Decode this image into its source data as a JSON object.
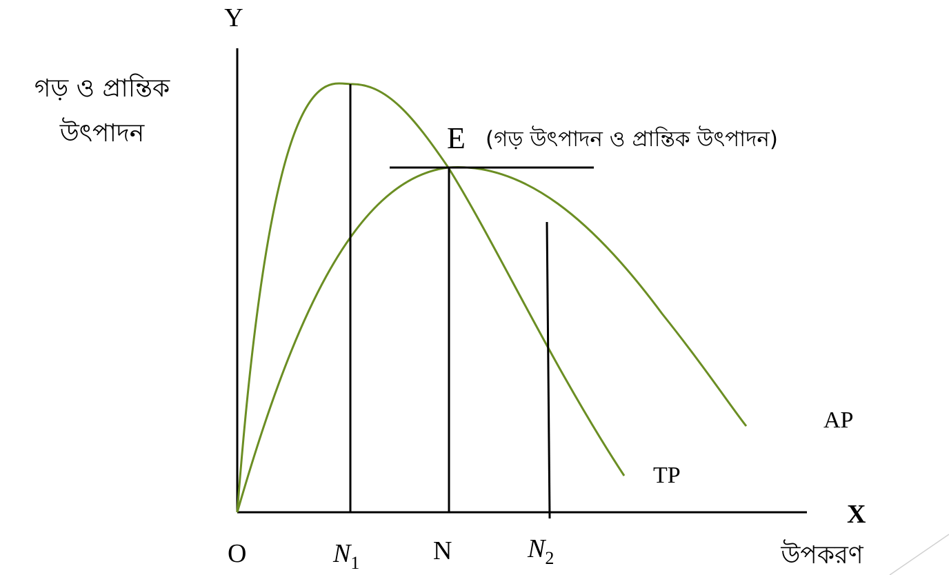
{
  "y_axis": {
    "letter": "Y",
    "title_line1": "গড় ও প্রান্তিক",
    "title_line2": "উৎপাদন"
  },
  "x_axis": {
    "letter": "X",
    "title": "উপকরণ"
  },
  "origin_label": "O",
  "ticks": {
    "n1_base": "N",
    "n1_sub": "1",
    "n": "N",
    "n2_base": "N",
    "n2_sub": "2"
  },
  "point_e": {
    "letter": "E",
    "description": "(গড় উৎপাদন ও প্রান্তিক উৎপাদন)"
  },
  "curves": {
    "tp_label": "TP",
    "ap_label": "AP"
  },
  "colors": {
    "curve": "#6b8e23",
    "axis": "#000000",
    "background": "#ffffff"
  }
}
